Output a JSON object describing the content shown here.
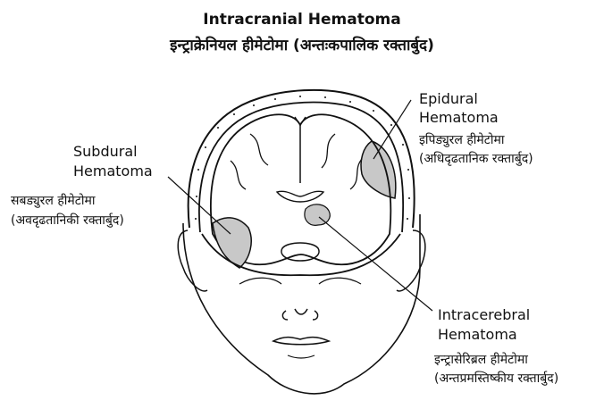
{
  "title_en": "Intracranial Hematoma",
  "title_hi": "इन्ट्राक्रेनियल हीमेटोमा (अन्तःकपालिक रक्तार्बुद)",
  "labels": {
    "epidural_en_1": "Epidural",
    "epidural_en_2": "Hematoma",
    "epidural_hi_1": "इपिड्युरल हीमेटोमा",
    "epidural_hi_2": "(अधिदृढतानिक रक्तार्बुद)",
    "subdural_en_1": "Subdural",
    "subdural_en_2": "Hematoma",
    "subdural_hi_1": "सबड्युरल हीमेटोमा",
    "subdural_hi_2": "(अवदृढतानिकी रक्तार्बुद)",
    "intracerebral_en_1": "Intracerebral",
    "intracerebral_en_2": "Hematoma",
    "intracerebral_hi_1": "इन्ट्रासेरिब्रल हीमेटोमा",
    "intracerebral_hi_2": "(अन्तप्रमस्तिष्कीय रक्तार्बुद)"
  },
  "colors": {
    "line": "#111111",
    "hematoma_fill": "#c8c8c8"
  }
}
